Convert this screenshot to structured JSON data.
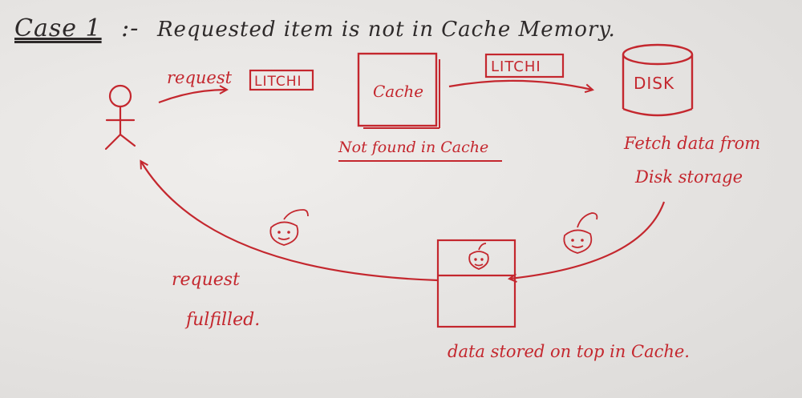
{
  "heading": {
    "case_label": "Case 1",
    "separator": ":-",
    "text": "Requested item is not in Cache Memory."
  },
  "request_label": "request",
  "request_item": "LITCHI",
  "cache_label": "Cache",
  "cache_status": "Not found in Cache",
  "transfer_item": "LITCHI",
  "disk_label": "DISK",
  "fetch_line1": "Fetch data from",
  "fetch_line2": "Disk storage",
  "fulfilled_line1": "request",
  "fulfilled_line2": "fulfilled.",
  "stored_label": "data stored on top in Cache.",
  "colors": {
    "ink_red": "#c4272e",
    "ink_dark": "#2e2a2a",
    "paper": "#e6e4e2"
  },
  "icons": [
    "stick-figure-icon",
    "litchi-icon",
    "disk-cylinder-icon"
  ]
}
